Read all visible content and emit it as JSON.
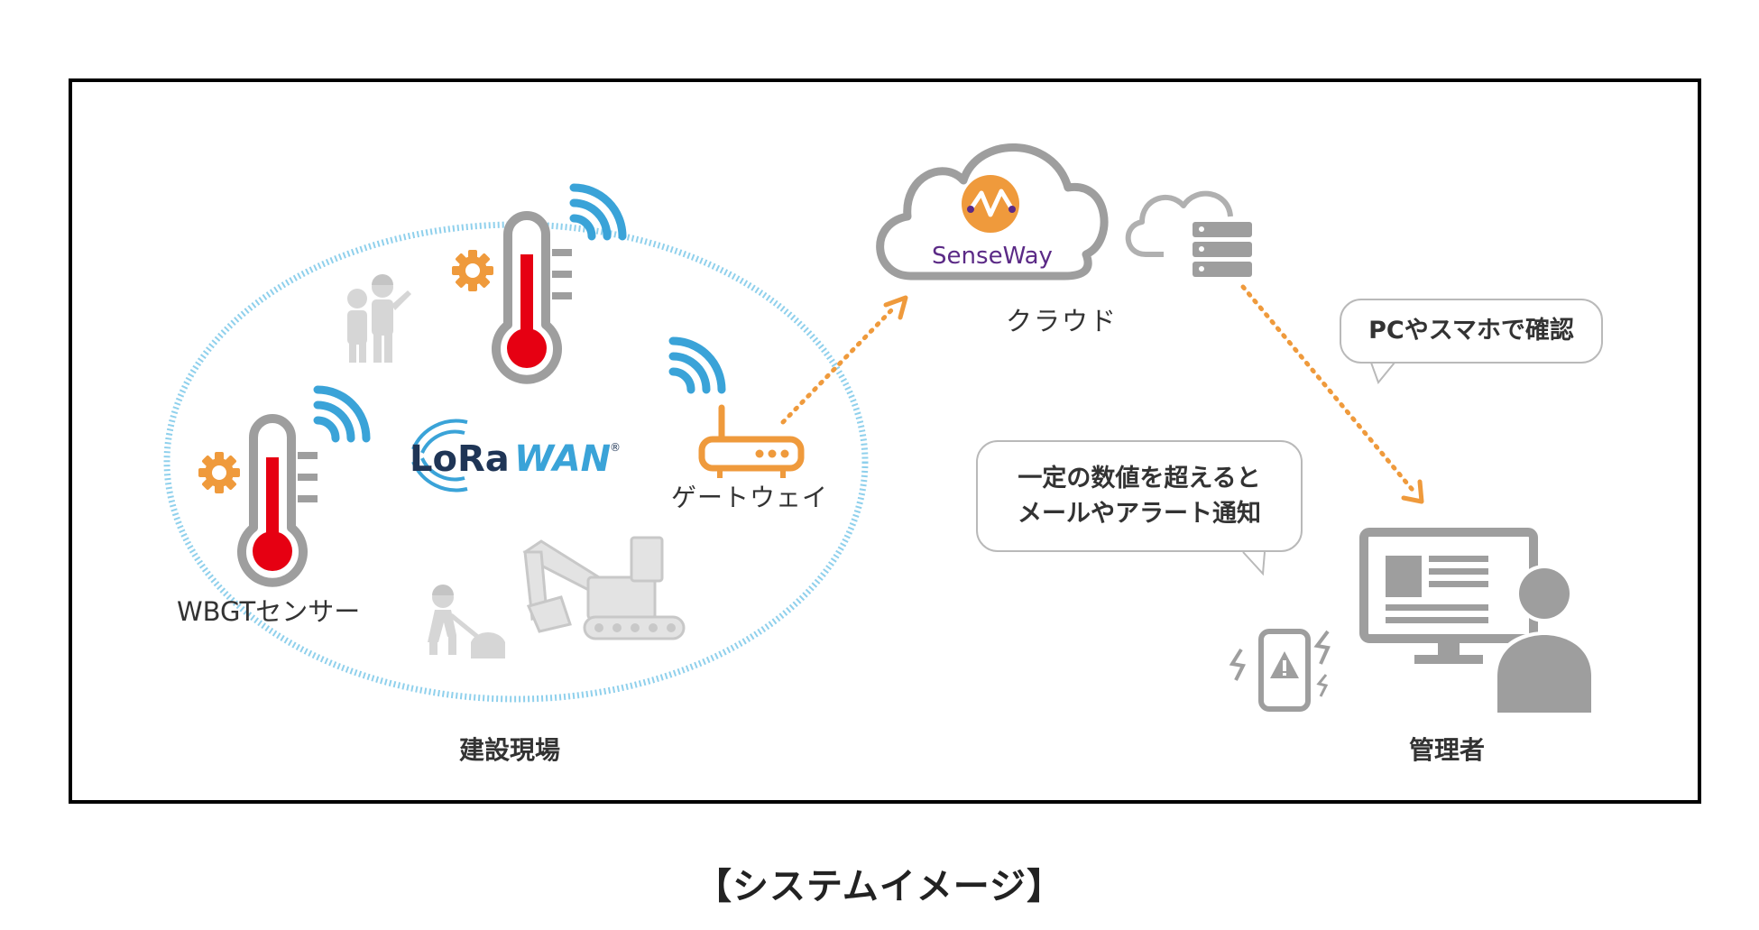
{
  "diagram": {
    "labels": {
      "wbgt_sensor": "WBGTセンサー",
      "gateway": "ゲートウェイ",
      "cloud": "クラウド",
      "construction_site": "建設現場",
      "administrator": "管理者"
    },
    "logos": {
      "lorawan_lo": "LoRa",
      "lorawan_wan": "WAN",
      "lorawan_reg": "®",
      "senseway": "SenseWay"
    },
    "bubbles": {
      "pc_smartphone": "PCやスマホで確認",
      "alert_line1": "一定の数値を超えると",
      "alert_line2": "メールやアラート通知"
    },
    "colors": {
      "accent_orange": "#ef9a3c",
      "thermo_red": "#e60012",
      "wifi_blue": "#3aa3d8",
      "dotted_blue": "#8fd0ec",
      "gray_icon": "#9e9e9e",
      "lorawan_navy": "#1f3556",
      "senseway_purple": "#5b2a86"
    }
  },
  "caption": "【システムイメージ】"
}
